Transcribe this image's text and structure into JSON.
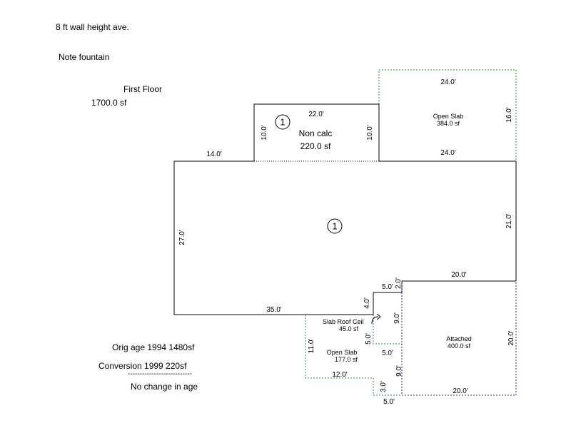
{
  "notes": {
    "wall_height": "8 ft wall height ave.",
    "fountain": "Note fountain",
    "floor_title": "First Floor",
    "floor_area": "1700.0 sf",
    "orig_age": "Orig age 1994  1480sf",
    "conversion": "Conversion  1999  220sf",
    "separator": "---------------------------",
    "no_change": "No change in age"
  },
  "areas": {
    "non_calc": {
      "marker": "1",
      "name": "Non calc",
      "area": "220.0 sf"
    },
    "main": {
      "marker": "1"
    },
    "open_slab_top": {
      "name": "Open Slab",
      "area": "384.0 sf"
    },
    "slab_roof": {
      "name": "Slab Roof Ceil",
      "area": "45.0 sf"
    },
    "open_slab_bottom": {
      "name": "Open Slab",
      "area": "177.0 sf"
    },
    "attached": {
      "name": "Attached",
      "area": "400.0 sf"
    }
  },
  "dimensions": {
    "main_top": "14.0'",
    "main_left": "27.0'",
    "main_bottom": "35.0'",
    "main_right": "21.0'",
    "main_right_step": "20.0'",
    "noncalc_top": "22.0'",
    "noncalc_left": "10.0'",
    "noncalc_right": "10.0'",
    "openslab_top": "24.0'",
    "openslab_bottom": "24.0'",
    "openslab_right": "16.0'",
    "notch_top": "5.0'",
    "notch_right": "2.0'",
    "slab_roof_top": "4.0'",
    "slab_roof_right": "9.0'",
    "slab_roof_left": "5.0'",
    "slab_roof_bottom": "5.0'",
    "openslab2_left": "11.0'",
    "openslab2_bottom": "12.0'",
    "openslab2_step": "3.0'",
    "openslab2_base": "5.0'",
    "attached_left": "9.0'",
    "attached_right": "20.0'",
    "attached_bottom": "20.0'"
  },
  "colors": {
    "building_line": "#000000",
    "open_slab_line": "#2e8b2e",
    "attached_line": "#2a2a8a"
  }
}
